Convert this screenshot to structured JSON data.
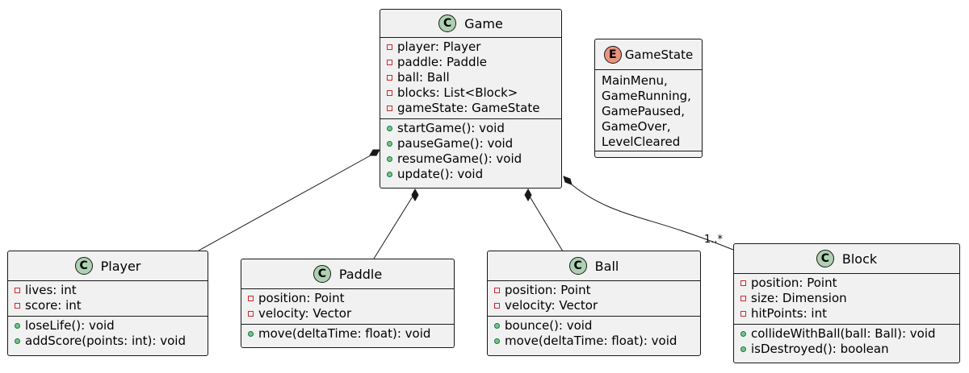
{
  "classes": {
    "game": {
      "name": "Game",
      "stereotype": "C",
      "attributes": [
        "player: Player",
        "paddle: Paddle",
        "ball: Ball",
        "blocks: List<Block>",
        "gameState: GameState"
      ],
      "methods": [
        "startGame(): void",
        "pauseGame(): void",
        "resumeGame(): void",
        "update(): void"
      ]
    },
    "gamestate": {
      "name": "GameState",
      "stereotype": "E",
      "values": [
        "MainMenu,",
        "GameRunning,",
        "GamePaused,",
        "GameOver,",
        "LevelCleared"
      ]
    },
    "player": {
      "name": "Player",
      "stereotype": "C",
      "attributes": [
        "lives: int",
        "score: int"
      ],
      "methods": [
        "loseLife(): void",
        "addScore(points: int): void"
      ]
    },
    "paddle": {
      "name": "Paddle",
      "stereotype": "C",
      "attributes": [
        "position: Point",
        "velocity: Vector"
      ],
      "methods": [
        "move(deltaTime: float): void"
      ]
    },
    "ball": {
      "name": "Ball",
      "stereotype": "C",
      "attributes": [
        "position: Point",
        "velocity: Vector"
      ],
      "methods": [
        "bounce(): void",
        "move(deltaTime: float): void"
      ]
    },
    "block": {
      "name": "Block",
      "stereotype": "C",
      "attributes": [
        "position: Point",
        "size: Dimension",
        "hitPoints: int"
      ],
      "methods": [
        "collideWithBall(ball: Ball): void",
        "isDestroyed(): boolean"
      ]
    }
  },
  "relations": [
    {
      "from": "Game",
      "to": "Player",
      "kind": "composition"
    },
    {
      "from": "Game",
      "to": "Paddle",
      "kind": "composition"
    },
    {
      "from": "Game",
      "to": "Ball",
      "kind": "composition"
    },
    {
      "from": "Game",
      "to": "Block",
      "kind": "composition",
      "multiplicity": "1..*"
    }
  ],
  "colors": {
    "class_fill": "#f1f1f1",
    "border": "#181818",
    "class_badge": "#add1b2",
    "enum_badge": "#eb937f",
    "private_marker": "#c82930",
    "public_marker": "#84be84"
  }
}
